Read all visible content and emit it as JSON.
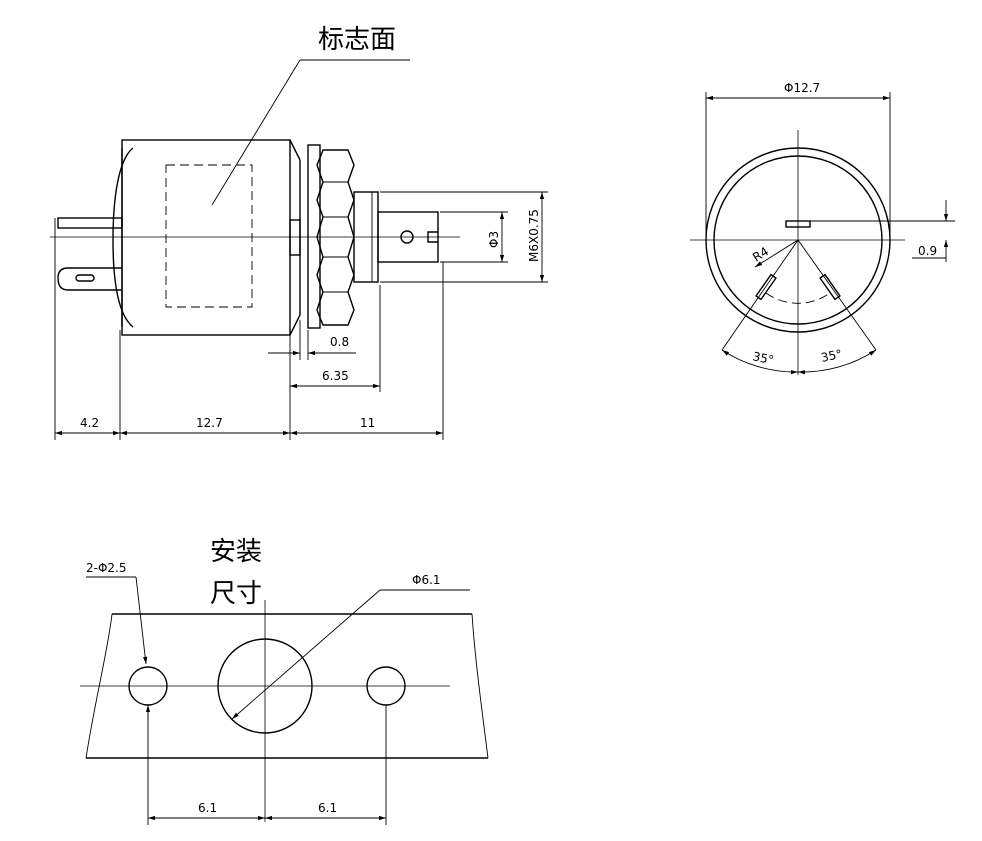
{
  "labels": {
    "marking_face": "标志面",
    "mounting_line1": "安装",
    "mounting_line2": "尺寸"
  },
  "dimensions": {
    "dim_0_8": "0.8",
    "dim_6_35": "6.35",
    "dim_4_2": "4.2",
    "dim_12_7": "12.7",
    "dim_11": "11",
    "dim_phi3": "Φ3",
    "dim_thread": "M6X0.75",
    "dim_phi12_7": "Φ12.7",
    "dim_0_9": "0.9",
    "dim_r4": "R4",
    "angle_left": "35°",
    "angle_right": "35°",
    "hole_pattern": "2-Φ2.5",
    "center_hole": "Φ6.1",
    "spacing_left": "6.1",
    "spacing_right": "6.1"
  }
}
